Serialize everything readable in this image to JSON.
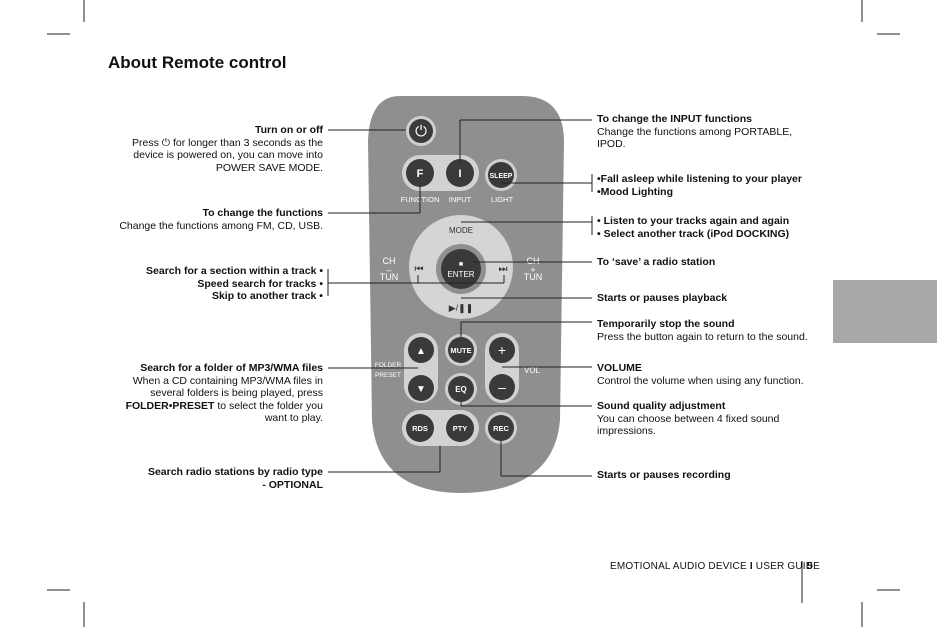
{
  "title": "About Remote control",
  "left_callouts": {
    "power": {
      "heading": "Turn on or off",
      "lines": [
        "Press ⏻ for longer than 3 seconds as the",
        "device is powered on, you can move into",
        "POWER SAVE MODE."
      ]
    },
    "function": {
      "heading": "To change the functions",
      "lines": [
        "Change the functions among FM, CD, USB."
      ]
    },
    "tune": {
      "lines": [
        "Search for a section within a track •",
        "Speed search for tracks •",
        "Skip to another track •"
      ]
    },
    "folder": {
      "heading": "Search for a folder of MP3/WMA files",
      "line1": "When a CD containing MP3/WMA files in",
      "line2": "several folders is being played, press",
      "line3_bold": "FOLDER•PRESET",
      "line3_rest": " to select the folder you",
      "line4": "want to play."
    },
    "pty": {
      "lines": [
        "Search radio stations by radio type",
        "- OPTIONAL"
      ]
    }
  },
  "right_callouts": {
    "input": {
      "heading": "To change the INPUT functions",
      "lines": [
        "Change the functions among PORTABLE,",
        "IPOD."
      ]
    },
    "sleep": {
      "lines": [
        "•Fall asleep while listening to your player",
        "•Mood Lighting"
      ]
    },
    "mode": {
      "lines": [
        "• Listen to your tracks again and again",
        "• Select another track (iPod DOCKING)"
      ]
    },
    "enter": {
      "heading": "To ‘save’ a radio station"
    },
    "play": {
      "heading": "Starts or pauses playback"
    },
    "mute": {
      "heading": "Temporarily stop the sound",
      "lines": [
        "Press the button again to return to the sound."
      ]
    },
    "volume": {
      "heading": "VOLUME",
      "lines": [
        "Control the volume when using any function."
      ]
    },
    "eq": {
      "heading": "Sound quality adjustment",
      "lines": [
        "You can choose between 4 fixed sound",
        "impressions."
      ]
    },
    "rec": {
      "heading": "Starts or pauses recording"
    }
  },
  "remote": {
    "power_symbol": "⏻",
    "f": "F",
    "i": "I",
    "sleep": "SLEEP",
    "function": "FUNCTION",
    "input": "INPUT",
    "light": "LIGHT",
    "mode": "MODE",
    "ch_left_1": "CH",
    "ch_left_2": "–",
    "tun_left": "TUN",
    "ch_right_1": "CH",
    "ch_right_2": "+",
    "tun_right": "TUN",
    "prev": "⏮",
    "next": "⏭",
    "enter_icon": "■",
    "enter": "ENTER",
    "play_pause": "▶/❚❚",
    "folder": "FOLDER",
    "preset": "PRESET",
    "up": "▲",
    "down": "▼",
    "mute": "MUTE",
    "eq": "EQ",
    "plus": "+",
    "minus": "–",
    "vol": "VOL",
    "rds": "RDS",
    "pty": "PTY",
    "rec": "REC"
  },
  "footer": {
    "guide_a": "EMOTIONAL AUDIO DEVICE",
    "sep": "I",
    "guide_b": "USER GUIDE",
    "page": "5"
  }
}
